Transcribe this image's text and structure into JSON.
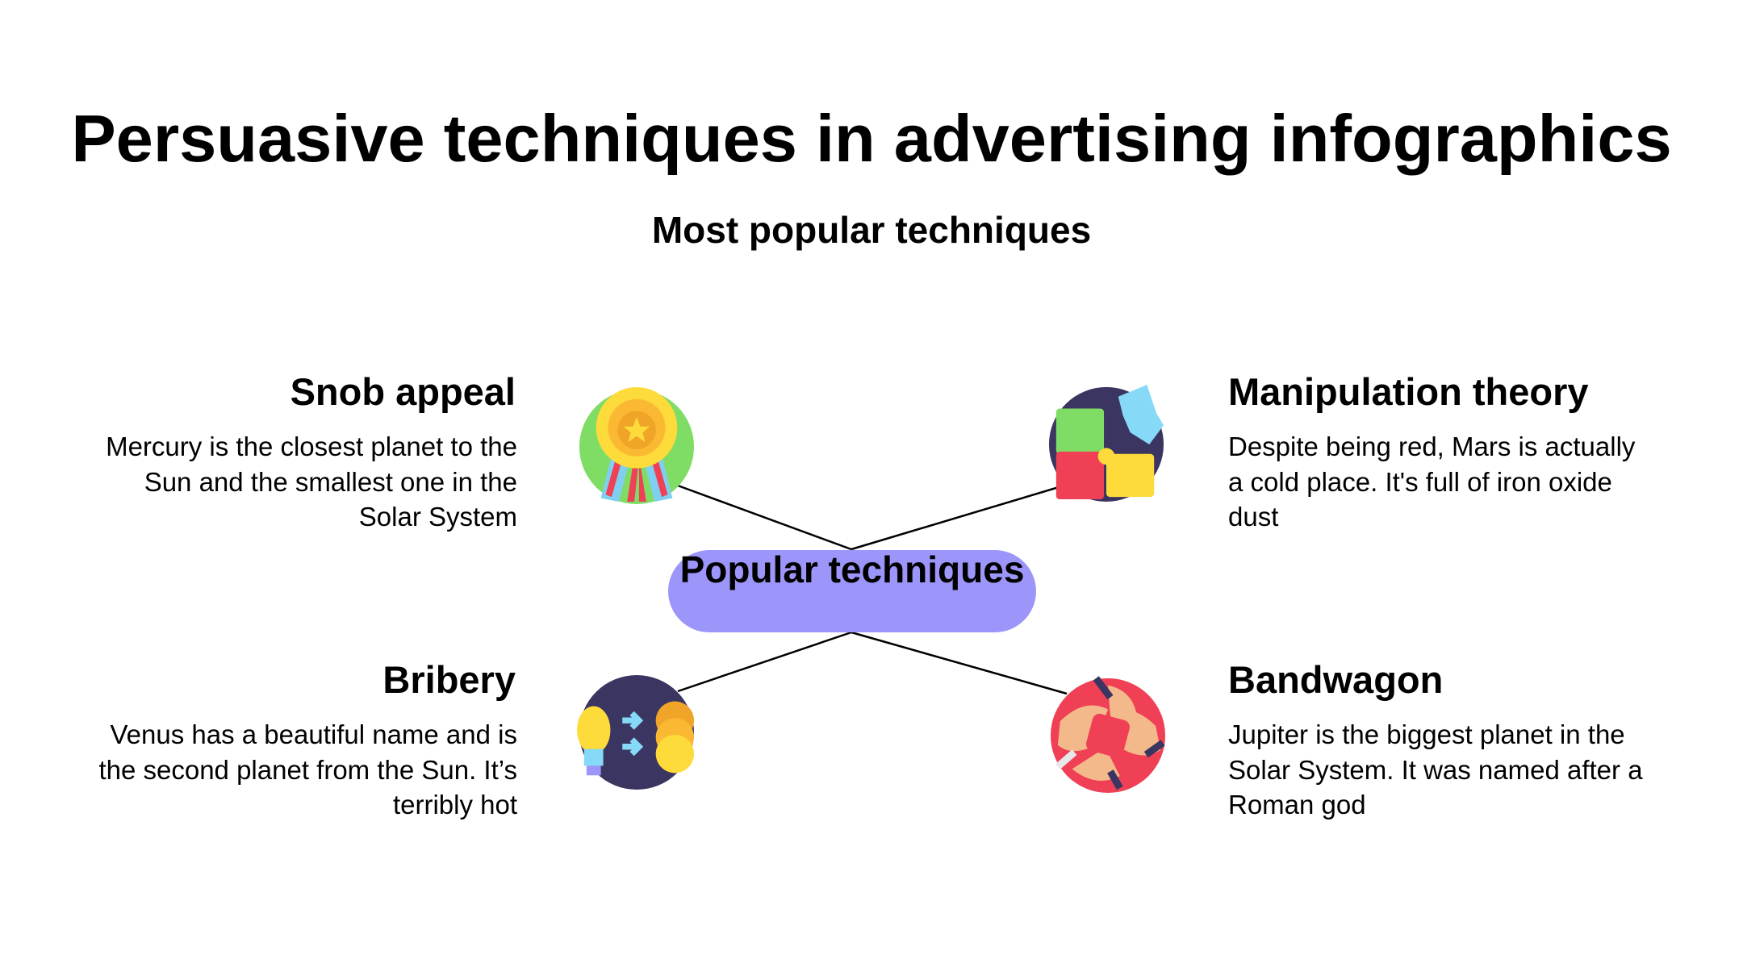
{
  "title": "Persuasive techniques in advertising infographics",
  "subtitle": "Most popular techniques",
  "center": {
    "label": "Popular techniques",
    "color": "#9d96fa"
  },
  "items": [
    {
      "title": "Snob appeal",
      "text": "Mercury is the closest planet to the Sun and the smallest one in the Solar System",
      "icon": "medal-icon"
    },
    {
      "title": "Manipulation theory",
      "text": "Despite being red, Mars is actually a cold place. It's full of iron oxide dust",
      "icon": "puzzle-icon"
    },
    {
      "title": "Bribery",
      "text": "Venus has a beautiful name and is the second planet from the Sun. It’s terribly hot",
      "icon": "idea-to-money-icon"
    },
    {
      "title": "Bandwagon",
      "text": "Jupiter is the biggest planet in the Solar System. It was named after a Roman god",
      "icon": "teamwork-hands-icon"
    }
  ]
}
